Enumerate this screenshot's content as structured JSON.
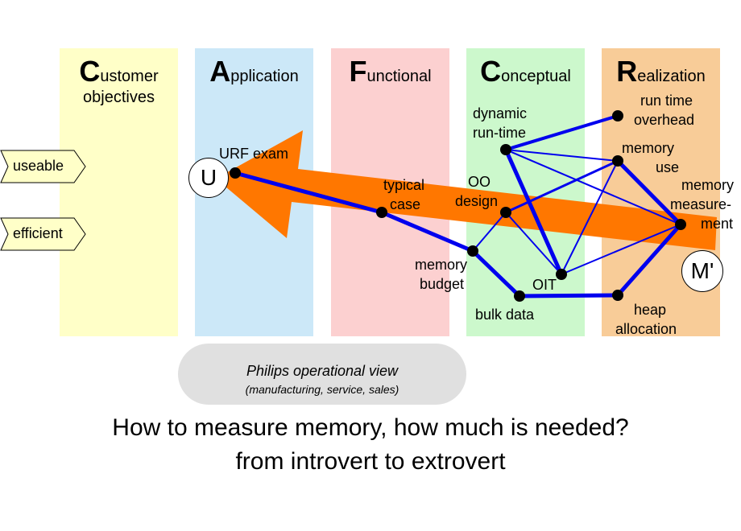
{
  "columns": [
    {
      "key": "customer",
      "big": "C",
      "rest": "ustomer",
      "sub": "objectives",
      "color": "#ffffc8"
    },
    {
      "key": "application",
      "big": "A",
      "rest": "pplication",
      "sub": "",
      "color": "#cce8f8"
    },
    {
      "key": "functional",
      "big": "F",
      "rest": "unctional",
      "sub": "",
      "color": "#fcd0d0"
    },
    {
      "key": "conceptual",
      "big": "C",
      "rest": "onceptual",
      "sub": "",
      "color": "#ccf8cc"
    },
    {
      "key": "realization",
      "big": "R",
      "rest": "ealization",
      "sub": "",
      "color": "#f8cc98"
    }
  ],
  "tags": {
    "useable": "useable",
    "efficient": "efficient"
  },
  "nodes": {
    "urf_exam": "URF exam",
    "typical_case_1": "typical",
    "typical_case_2": "case",
    "memory_budget_1": "memory",
    "memory_budget_2": "budget",
    "dynamic_runtime_1": "dynamic",
    "dynamic_runtime_2": "run-time",
    "oo_design_1": "OO",
    "oo_design_2": "design",
    "oit": "OIT",
    "bulk_data": "bulk data",
    "run_time_overhead_1": "run time",
    "run_time_overhead_2": "overhead",
    "memory_use_1": "memory",
    "memory_use_2": "use",
    "memory_measurement_1": "memory",
    "memory_measurement_2": "measure-",
    "memory_measurement_3": "ment",
    "heap_allocation_1": "heap",
    "heap_allocation_2": "allocation"
  },
  "circles": {
    "u": "U",
    "m_prime": "M'"
  },
  "pill": {
    "line1": "Philips operational view",
    "line2": "(manufacturing, service, sales)"
  },
  "caption": {
    "line1": "How to measure memory, how much is needed?",
    "line2": "from introvert to extrovert"
  },
  "colors": {
    "edge": "#0000ee",
    "arrow": "#ff7700",
    "node": "#000000"
  }
}
